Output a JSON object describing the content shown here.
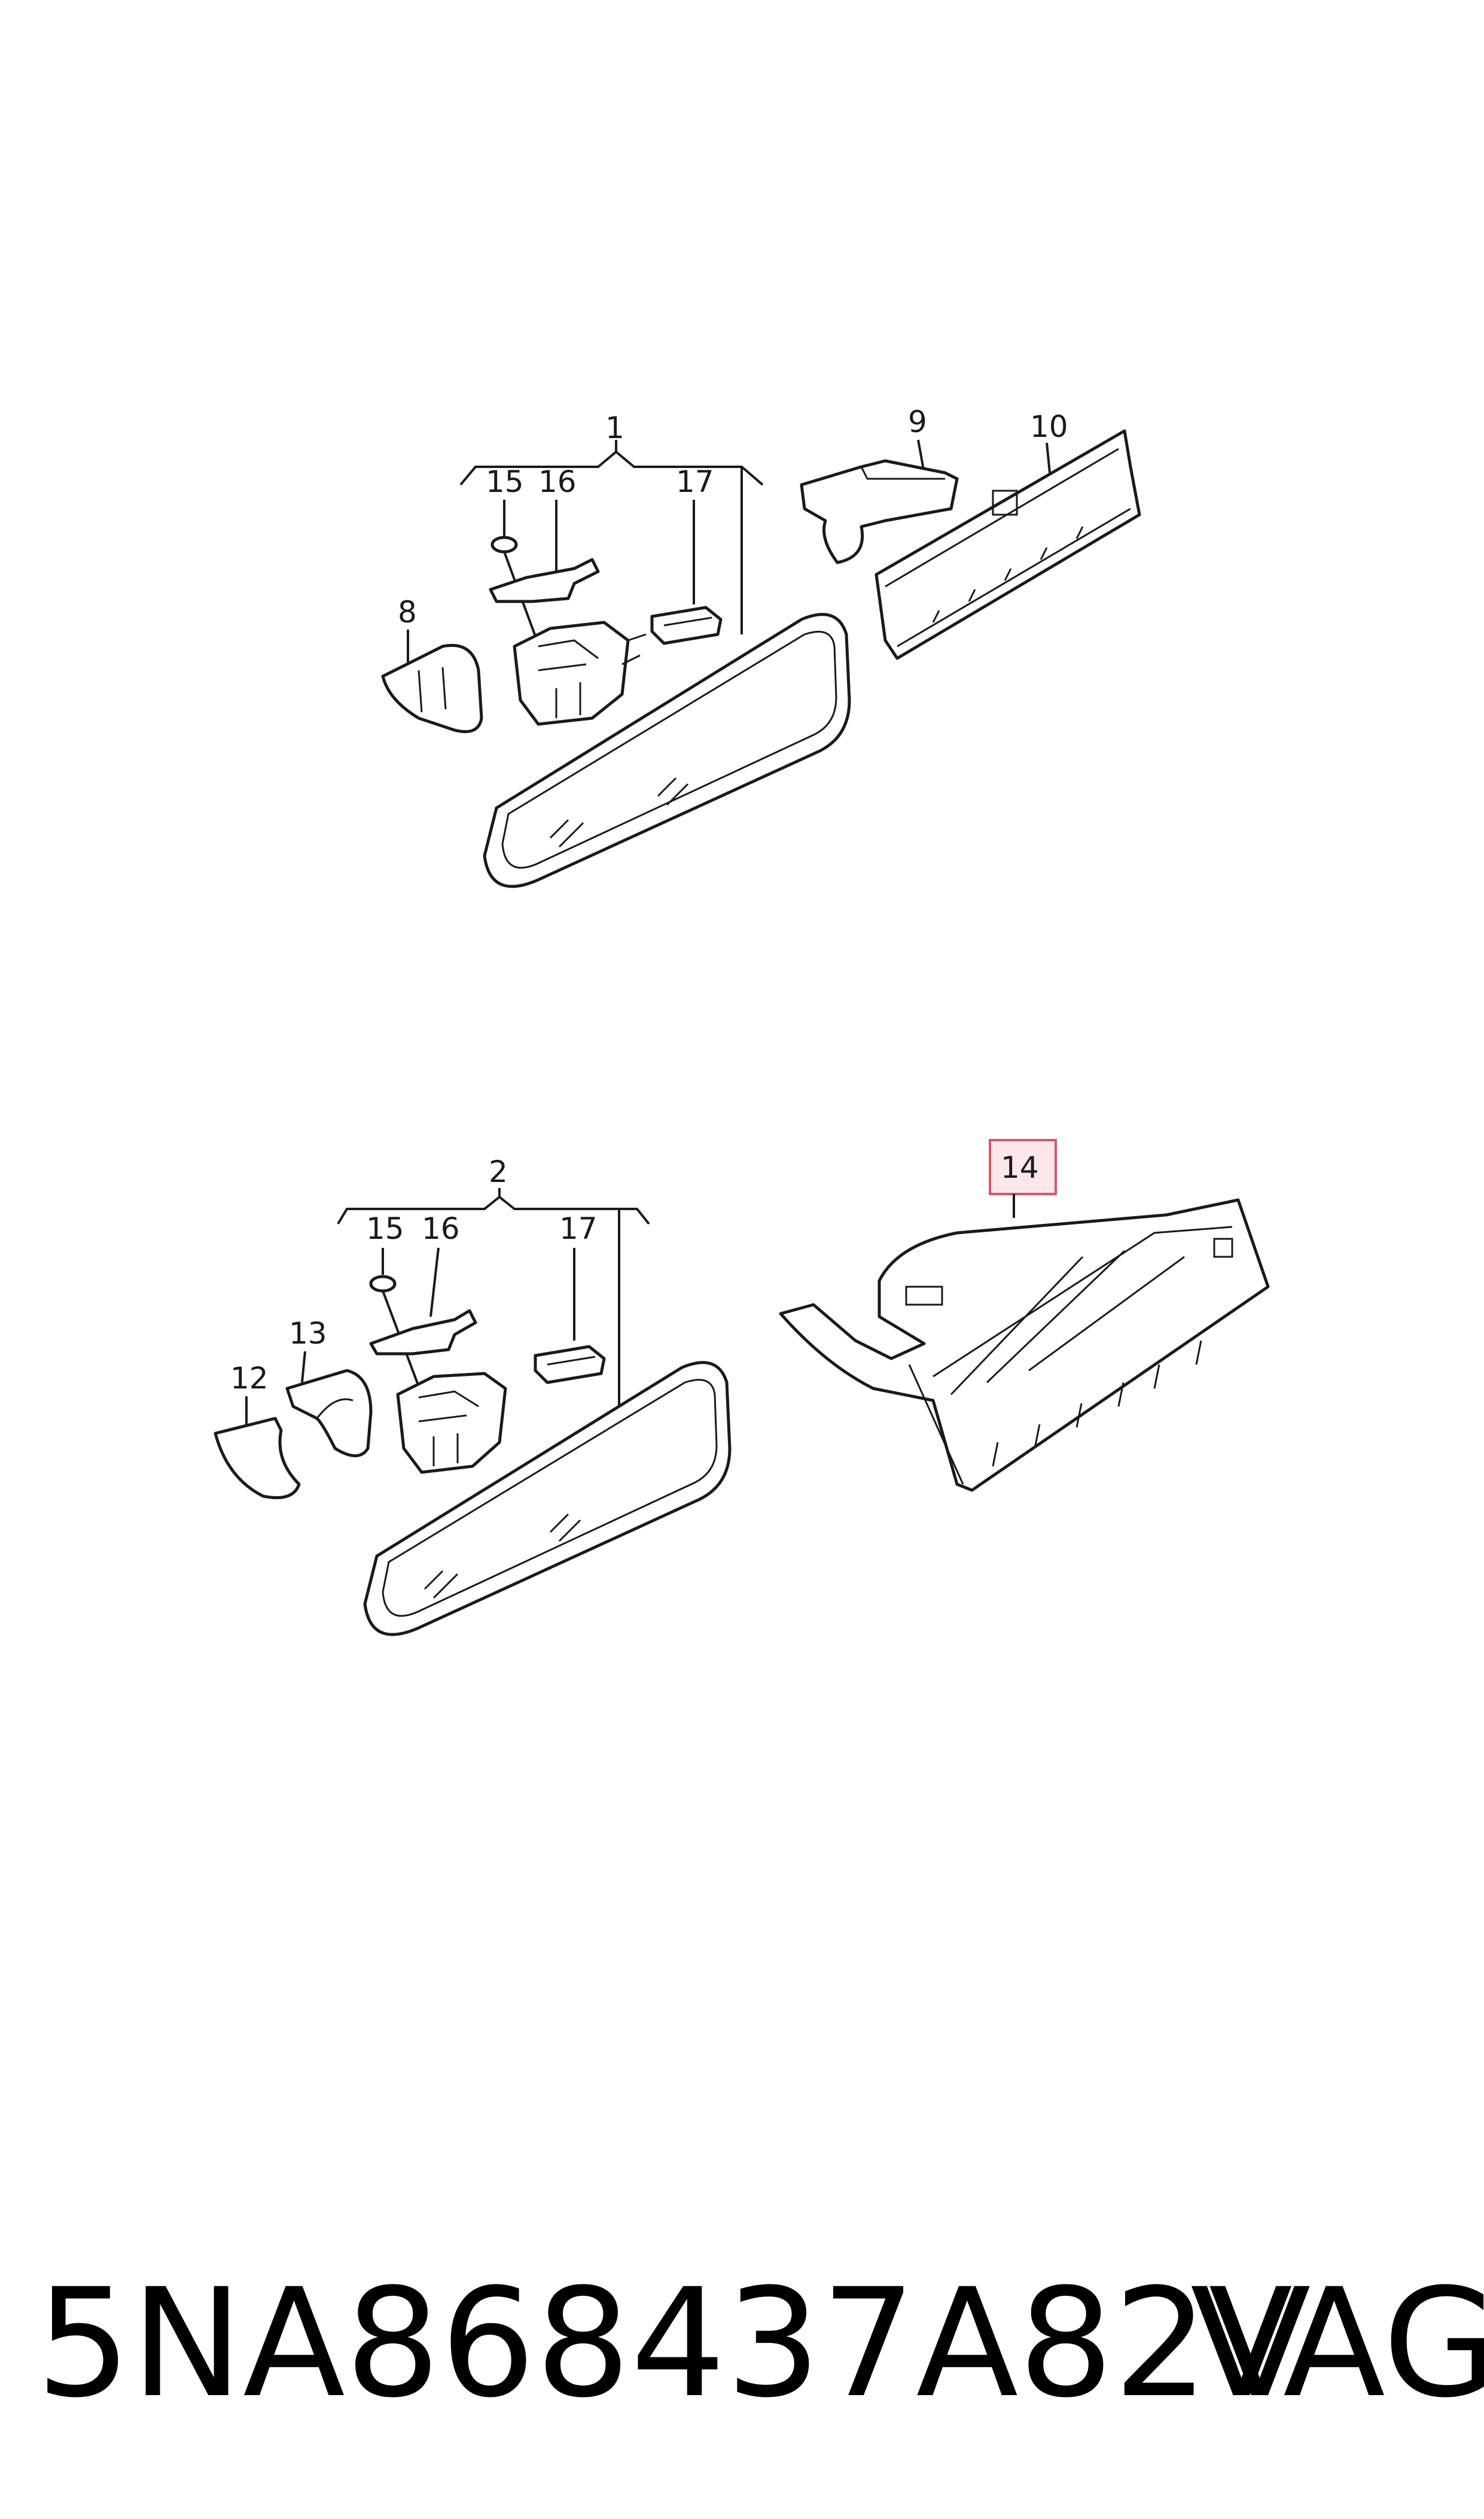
{
  "diagram": {
    "callouts": {
      "c1": "1",
      "c2": "2",
      "c8": "8",
      "c9": "9",
      "c10": "10",
      "c12": "12",
      "c13": "13",
      "c14": "14",
      "c15a": "15",
      "c16a": "16",
      "c17a": "17",
      "c15b": "15",
      "c16b": "16",
      "c17b": "17"
    },
    "highlighted_callout": "14",
    "highlight_color": "#d9546a"
  },
  "footer": {
    "part_number": "5NA868437A82V",
    "brand": "VAG"
  }
}
